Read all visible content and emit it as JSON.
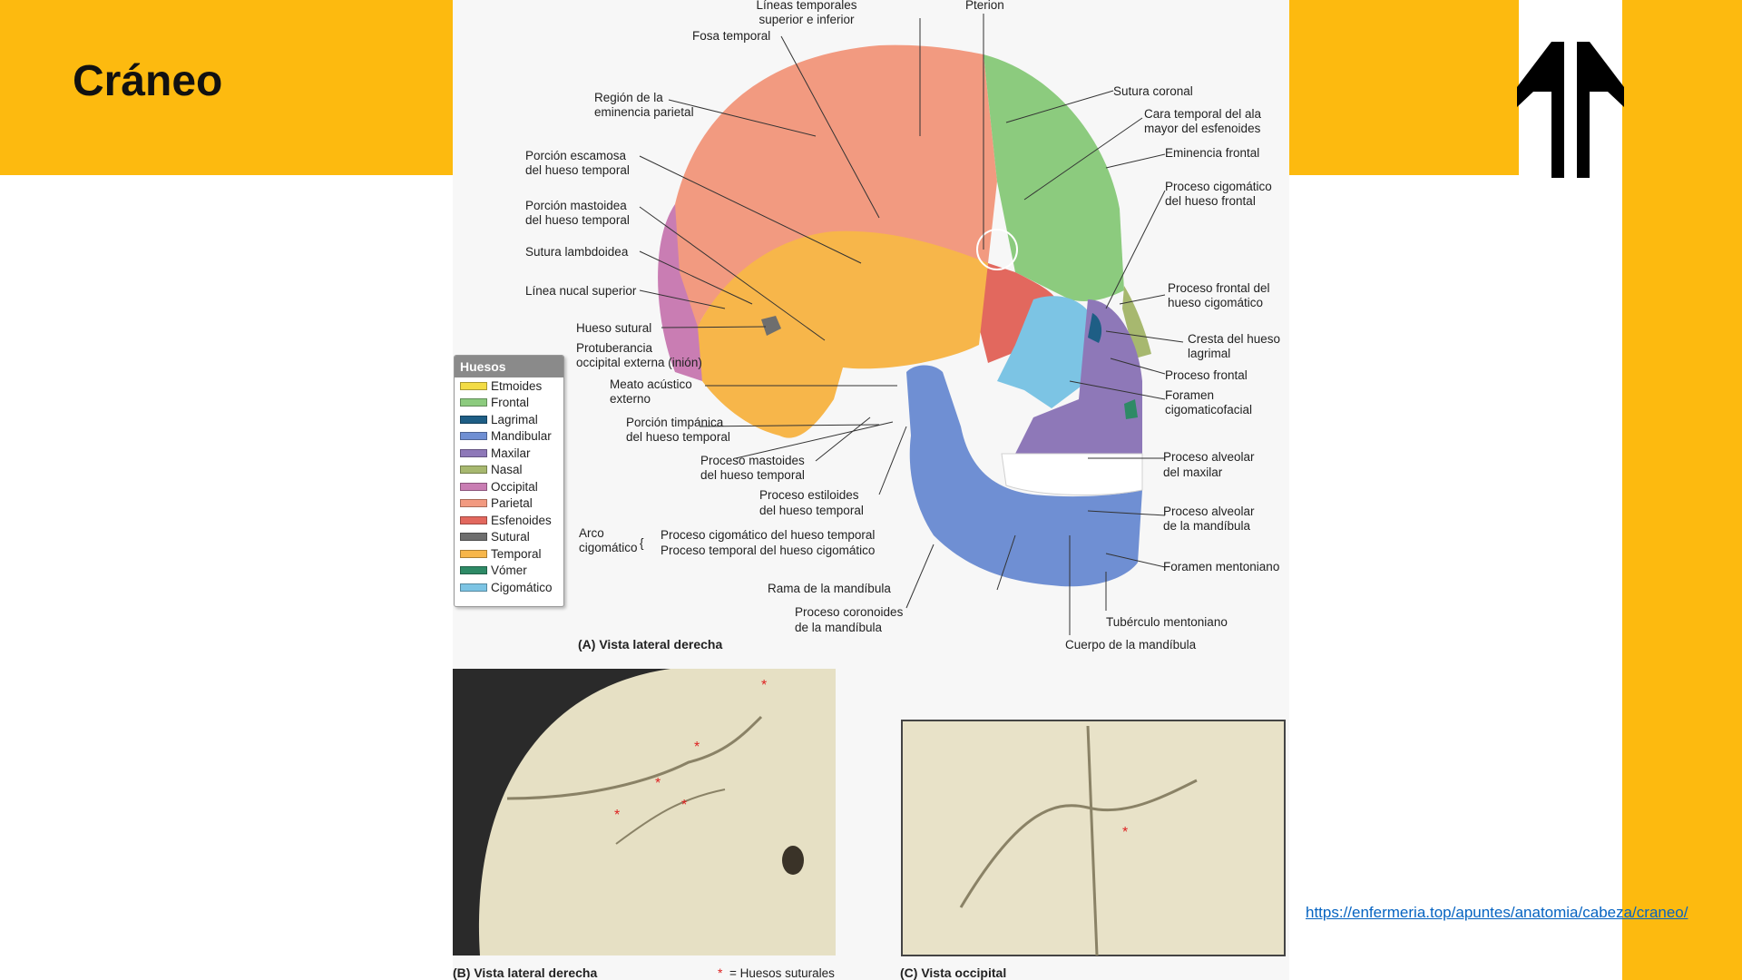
{
  "slide": {
    "title": "Cráneo",
    "link": "https://enfermeria.top/apuntes/anatomia/cabeza/craneo/"
  },
  "colors": {
    "accent": "#FDBA0F",
    "link": "#0563C1"
  },
  "figure": {
    "caption_a": "(A) Vista lateral derecha",
    "caption_b": "(B) Vista lateral derecha",
    "caption_b_note": "= Huesos suturales",
    "caption_c": "(C) Vista occipital",
    "labels_left": {
      "lineas_temporales_1": "Líneas temporales",
      "lineas_temporales_2": "superior e inferior",
      "pterion": "Pterion",
      "fosa_temporal": "Fosa temporal",
      "region_1": "Región de la",
      "region_2": "eminencia parietal",
      "escamosa_1": "Porción escamosa",
      "escamosa_2": "del hueso temporal",
      "mastoidea_1": "Porción mastoidea",
      "mastoidea_2": "del hueso temporal",
      "lambdoidea": "Sutura lambdoidea",
      "nucal": "Línea nucal superior",
      "sutural": "Hueso sutural",
      "protuberancia_1": "Protuberancia",
      "protuberancia_2": "occipital externa (inión)",
      "meato_1": "Meato acústico",
      "meato_2": "externo",
      "timpanica_1": "Porción timpánica",
      "timpanica_2": "del hueso temporal",
      "proc_mastoides_1": "Proceso mastoides",
      "proc_mastoides_2": "del hueso temporal",
      "estiloides_1": "Proceso estiloides",
      "estiloides_2": "del hueso temporal",
      "arco_1": "Arco",
      "arco_2": "cigomático",
      "arco_a": "Proceso cigomático del hueso temporal",
      "arco_b": "Proceso temporal del hueso cigomático",
      "rama": "Rama de la mandíbula",
      "coronoides_1": "Proceso coronoides",
      "coronoides_2": "de la mandíbula"
    },
    "labels_right": {
      "coronal": "Sutura coronal",
      "cara_temporal_1": "Cara temporal del ala",
      "cara_temporal_2": "mayor del esfenoides",
      "eminencia_frontal": "Eminencia frontal",
      "cigomatico_frontal_1": "Proceso cigomático",
      "cigomatico_frontal_2": "del hueso frontal",
      "frontal_cigomatico_1": "Proceso frontal del",
      "frontal_cigomatico_2": "hueso cigomático",
      "cresta_1": "Cresta del hueso",
      "cresta_2": "lagrimal",
      "proceso_frontal": "Proceso frontal",
      "foramen_1": "Foramen",
      "foramen_2": "cigomaticofacial",
      "alveolar_max_1": "Proceso alveolar",
      "alveolar_max_2": "del maxilar",
      "alveolar_mand_1": "Proceso alveolar",
      "alveolar_mand_2": "de la mandíbula",
      "mentoniano": "Foramen mentoniano",
      "tuberculo": "Tubérculo mentoniano",
      "cuerpo": "Cuerpo de la mandíbula"
    },
    "legend": {
      "title": "Huesos",
      "items": [
        {
          "name": "Etmoides",
          "color": "#F3DC45"
        },
        {
          "name": "Frontal",
          "color": "#8CCB7E"
        },
        {
          "name": "Lagrimal",
          "color": "#1E5E85"
        },
        {
          "name": "Mandibular",
          "color": "#6F8FD3"
        },
        {
          "name": "Maxilar",
          "color": "#8E78B8"
        },
        {
          "name": "Nasal",
          "color": "#A7B86F"
        },
        {
          "name": "Occipital",
          "color": "#C97DB3"
        },
        {
          "name": "Parietal",
          "color": "#F29A80"
        },
        {
          "name": "Esfenoides",
          "color": "#E2685E"
        },
        {
          "name": "Sutural",
          "color": "#6E6E6E"
        },
        {
          "name": "Temporal",
          "color": "#F7B64A"
        },
        {
          "name": "Vómer",
          "color": "#2E8A66"
        },
        {
          "name": "Cigomático",
          "color": "#7CC4E4"
        }
      ]
    }
  }
}
